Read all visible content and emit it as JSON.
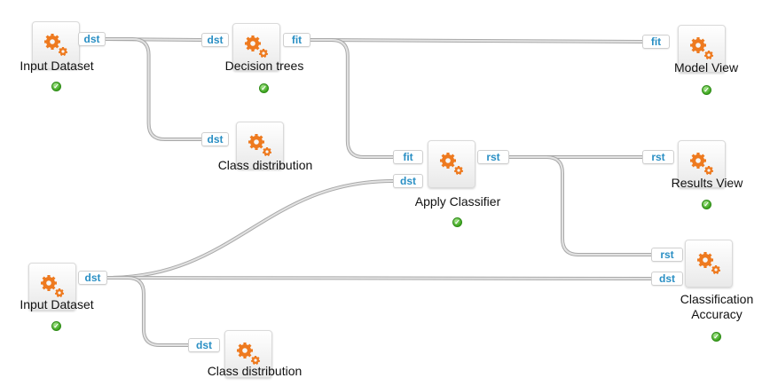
{
  "nodes": [
    {
      "id": "input1",
      "label": "Input Dataset",
      "icon": "gear-icon",
      "status": "done",
      "in": [],
      "out": [
        "dst"
      ]
    },
    {
      "id": "tree",
      "label": "Decision trees",
      "icon": "gear-icon",
      "status": "done",
      "in": [
        "dst"
      ],
      "out": [
        "fit"
      ]
    },
    {
      "id": "classdist1",
      "label": "Class distribution",
      "icon": "gear-icon",
      "status": "none",
      "in": [
        "dst"
      ],
      "out": []
    },
    {
      "id": "model",
      "label": "Model View",
      "icon": "gear-icon",
      "status": "done",
      "in": [
        "fit"
      ],
      "out": []
    },
    {
      "id": "apply",
      "label": "Apply Classifier",
      "icon": "gear-icon",
      "status": "done",
      "in": [
        "fit",
        "dst"
      ],
      "out": [
        "rst"
      ]
    },
    {
      "id": "results",
      "label": "Results View",
      "icon": "gear-icon",
      "status": "done",
      "in": [
        "rst"
      ],
      "out": []
    },
    {
      "id": "input2",
      "label": "Input Dataset",
      "icon": "gear-icon",
      "status": "done",
      "in": [],
      "out": [
        "dst"
      ]
    },
    {
      "id": "accuracy",
      "label": "Classification\nAccuracy",
      "icon": "gear-icon",
      "status": "done",
      "in": [
        "rst",
        "dst"
      ],
      "out": []
    },
    {
      "id": "classdist2",
      "label": "Class distribution",
      "icon": "gear-icon",
      "status": "none",
      "in": [
        "dst"
      ],
      "out": []
    }
  ],
  "edges": [
    {
      "from": "input1",
      "from_port": "dst",
      "to": "tree",
      "to_port": "dst"
    },
    {
      "from": "input1",
      "from_port": "dst",
      "to": "classdist1",
      "to_port": "dst"
    },
    {
      "from": "tree",
      "from_port": "fit",
      "to": "model",
      "to_port": "fit"
    },
    {
      "from": "tree",
      "from_port": "fit",
      "to": "apply",
      "to_port": "fit"
    },
    {
      "from": "apply",
      "from_port": "rst",
      "to": "results",
      "to_port": "rst"
    },
    {
      "from": "apply",
      "from_port": "rst",
      "to": "accuracy",
      "to_port": "rst"
    },
    {
      "from": "input2",
      "from_port": "dst",
      "to": "apply",
      "to_port": "dst"
    },
    {
      "from": "input2",
      "from_port": "dst",
      "to": "accuracy",
      "to_port": "dst"
    },
    {
      "from": "input2",
      "from_port": "dst",
      "to": "classdist2",
      "to_port": "dst"
    }
  ],
  "colors": {
    "gear": "#ee7a1f",
    "port_text": "#2a8fc4",
    "wire": "#c4c4c4",
    "status": "#3ea61f"
  }
}
